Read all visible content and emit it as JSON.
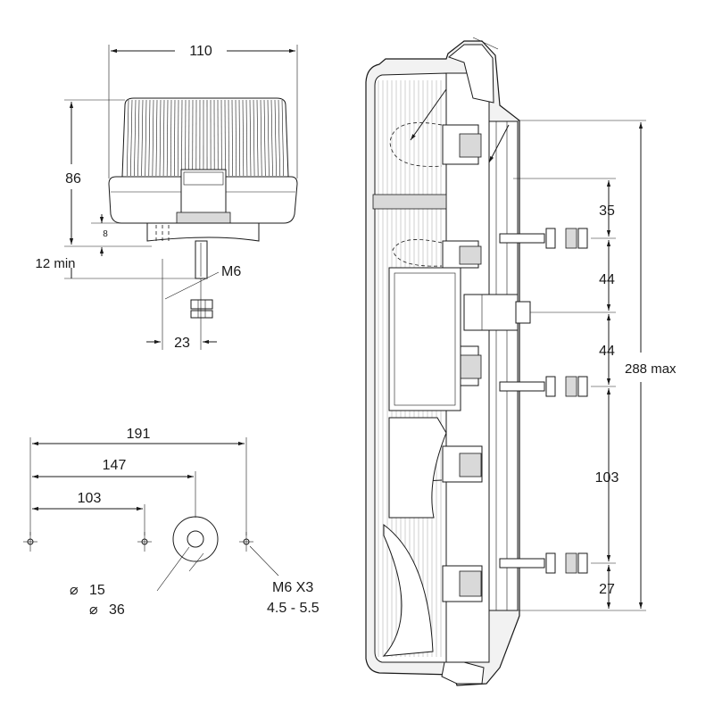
{
  "colors": {
    "line": "#1a1a1a",
    "background": "#ffffff",
    "fill": "#f2f2f2"
  },
  "top_view": {
    "width": "110",
    "height": "86",
    "foot": "8",
    "bolt_min": "12 min",
    "bolt_label": "M6",
    "bolt_offset": "23"
  },
  "mount_view": {
    "dim_1": "191",
    "dim_2": "147",
    "dim_3": "103",
    "diameter_inner": "15",
    "diameter_outer": "36",
    "diameter_symbol": "⌀",
    "thread_label": "M6 X3",
    "torque_label": "4.5 - 5.5"
  },
  "side_view": {
    "seg_1": "35",
    "seg_2": "44",
    "seg_3": "44",
    "seg_4": "103",
    "seg_5": "27",
    "total": "288 max"
  }
}
